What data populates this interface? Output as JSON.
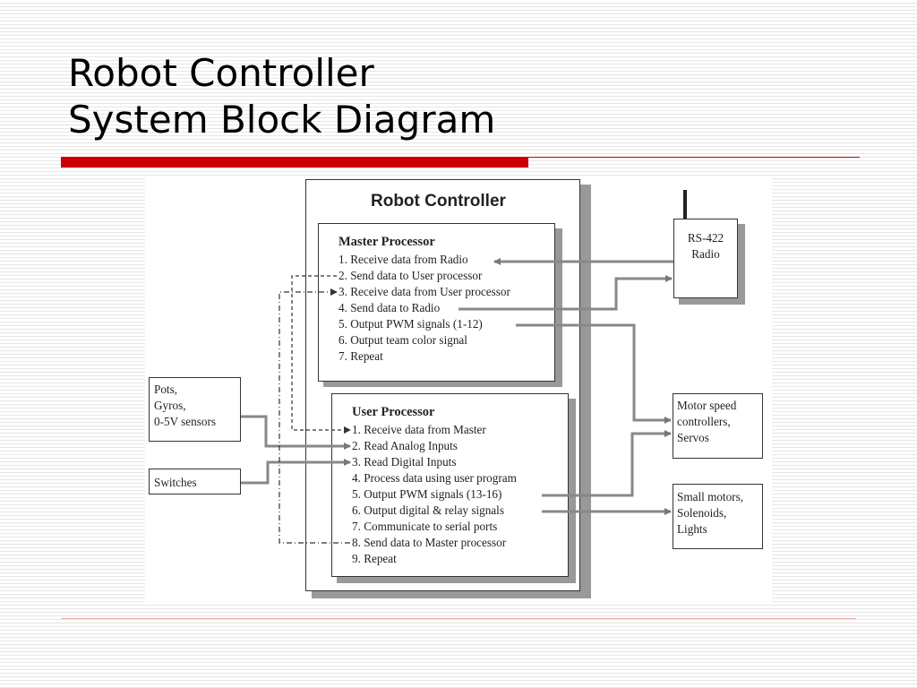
{
  "slide": {
    "title_line1": "Robot Controller",
    "title_line2": "System Block Diagram"
  },
  "diagram": {
    "controller_title": "Robot Controller",
    "master": {
      "heading": "Master Processor",
      "items": [
        "1. Receive data from Radio",
        "2. Send data to User processor",
        "3. Receive data from User processor",
        "4. Send data to Radio",
        "5. Output PWM signals (1-12)",
        "6. Output team color signal",
        "7. Repeat"
      ]
    },
    "user": {
      "heading": "User Processor",
      "items": [
        "1. Receive data from Master",
        "2. Read Analog Inputs",
        "3. Read Digital Inputs",
        "4. Process data using user program",
        "5. Output PWM signals (13-16)",
        "6. Output digital & relay signals",
        "7. Communicate to serial ports",
        "8. Send data to Master processor",
        "9. Repeat"
      ]
    },
    "radio": {
      "lines": [
        "RS-422",
        "Radio"
      ]
    },
    "sensors": {
      "lines": [
        "Pots,",
        "Gyros,",
        "0-5V sensors"
      ]
    },
    "switches": {
      "label": "Switches"
    },
    "motor_controllers": {
      "lines": [
        "Motor speed",
        "controllers,",
        "Servos"
      ]
    },
    "small_motors": {
      "lines": [
        "Small motors,",
        "Solenoids,",
        "Lights"
      ]
    }
  }
}
